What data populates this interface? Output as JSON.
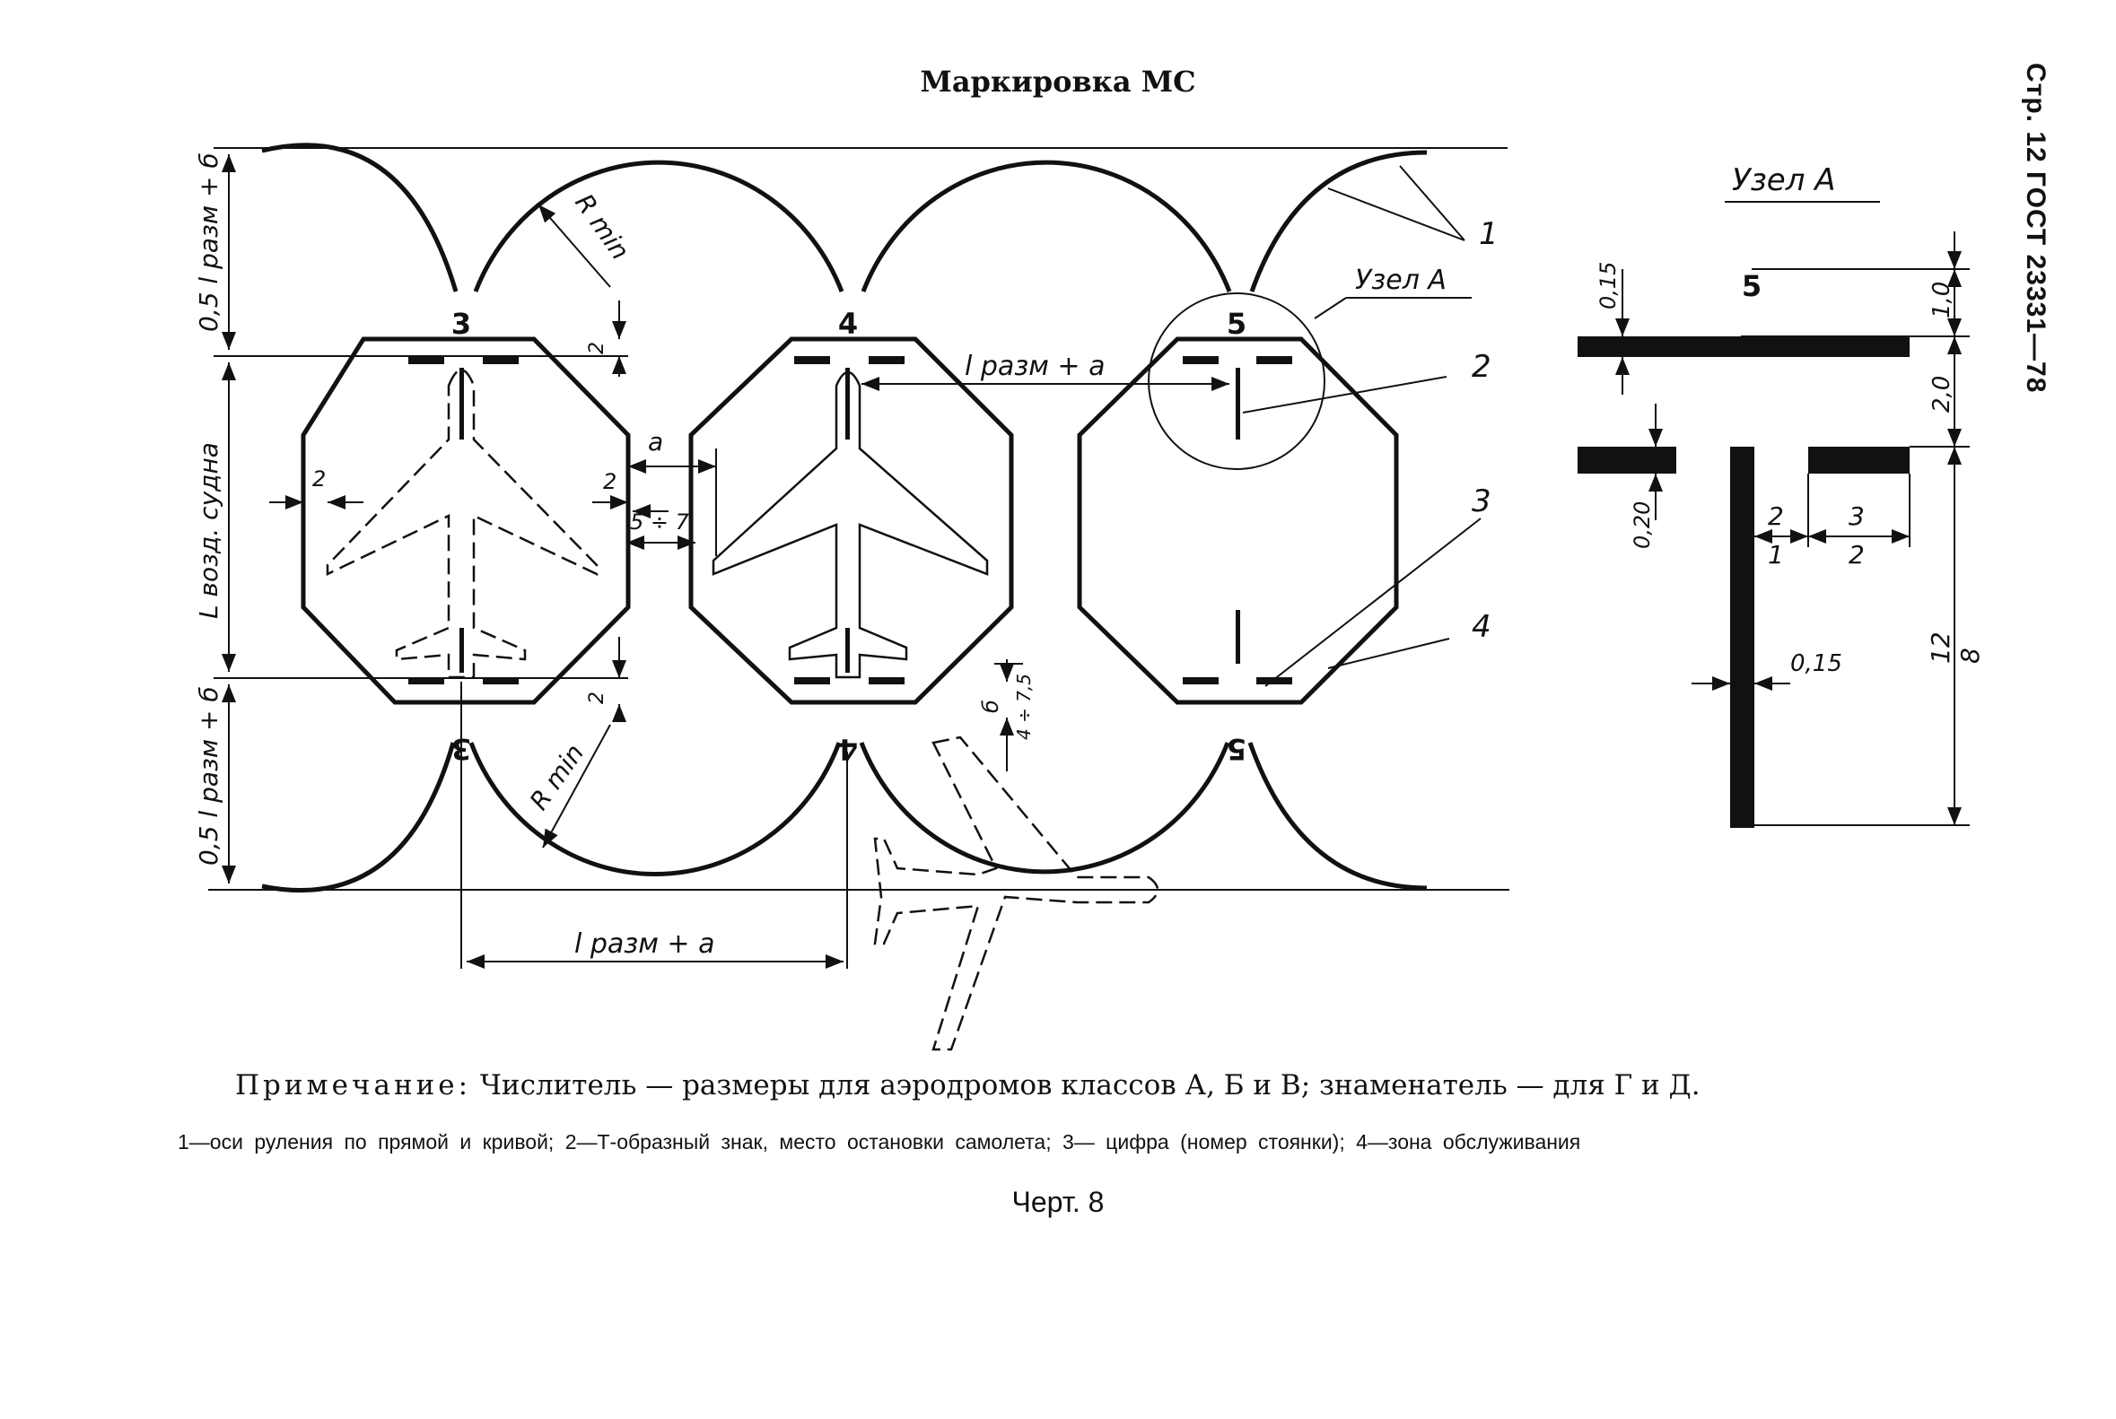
{
  "header": {
    "title": "Маркировка МС",
    "side": "Стр. 12 ГОСТ 23331—78"
  },
  "diagram": {
    "stand_numbers": [
      "3",
      "4",
      "5"
    ],
    "dim_half": "0,5 l разм + б",
    "dim_length": "L возд. судна",
    "dim_rmin": "R min",
    "dim_spacing": "l разм + a",
    "dim_a": "a",
    "dim_b": "б",
    "dim_2": "2",
    "dim_5_7": "5 ÷ 7",
    "dim_4_75": "4 ÷ 7,5",
    "node_label": "Узел А",
    "callouts": [
      "1",
      "2",
      "3",
      "4"
    ]
  },
  "detail": {
    "title": "Узел А",
    "dims": {
      "w015a": "0,15",
      "w020": "0,20",
      "w015b": "0,15",
      "h10": "1,0",
      "h20": "2,0",
      "frac_2_1_num": "2",
      "frac_2_1_den": "1",
      "frac_3_2_num": "3",
      "frac_3_2_den": "2",
      "frac_12_8_num": "12",
      "frac_12_8_den": "8"
    }
  },
  "note": {
    "label": "Примечание:",
    "text": "Числитель — размеры для аэродромов классов А, Б и В; знаменатель — для Г и Д."
  },
  "legend": {
    "text": "1—оси руления по прямой и кривой; 2—Т-образный знак, место остановки самолета; 3— цифра (номер стоянки); 4—зона обслуживания"
  },
  "caption": "Черт. 8"
}
